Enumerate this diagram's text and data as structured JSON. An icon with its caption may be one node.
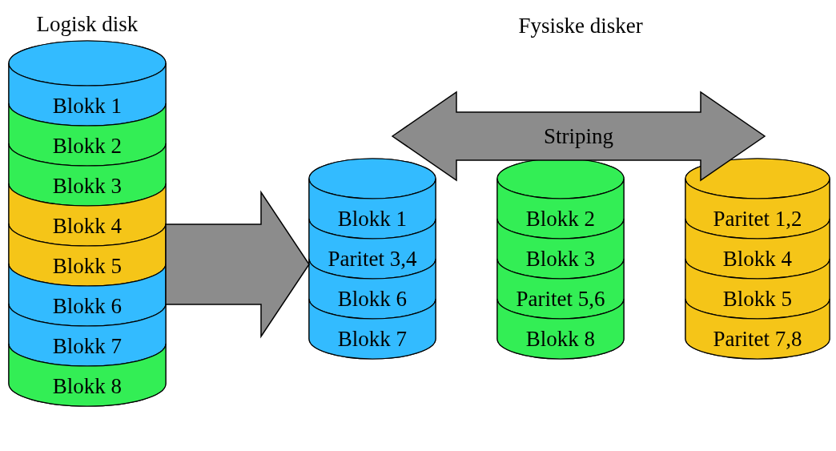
{
  "diagram": {
    "nodes": [
      {
        "text": [
          "Logisk disk"
        ]
      },
      {
        "text": [
          "Blokk 1"
        ],
        "in": 0
      },
      {
        "text": [
          "Blokk 2"
        ],
        "in": 0
      },
      {
        "text": [
          "Blokk 3"
        ],
        "in": 0
      },
      {
        "text": [
          "Blokk 4"
        ],
        "in": 0
      },
      {
        "text": [
          "Blokk 5"
        ],
        "in": 0
      },
      {
        "text": [
          "Blokk 6"
        ],
        "in": 0
      },
      {
        "text": [
          "Blokk 7"
        ],
        "in": 0
      },
      {
        "text": [
          "Blokk 8"
        ],
        "in": 0
      },
      {
        "text": [],
        "shape": "cylinder"
      },
      {
        "text": [
          "Blokk 1"
        ],
        "in": 9
      },
      {
        "text": [
          "Paritet 3,4"
        ],
        "in": 9
      },
      {
        "text": [
          "Blokk 6"
        ],
        "in": 9
      },
      {
        "text": [
          "Blokk 7"
        ],
        "in": 9
      },
      {
        "text": [],
        "shape": "cylinder"
      },
      {
        "text": [
          "Blokk 2"
        ],
        "in": 14
      },
      {
        "text": [
          "Blokk 3"
        ],
        "in": 14
      },
      {
        "text": [
          "Paritet 5,6"
        ],
        "in": 14
      },
      {
        "text": [
          "Blokk 8"
        ],
        "in": 14
      },
      {
        "text": [],
        "shape": "cylinder"
      },
      {
        "text": [
          "Paritet 1,2"
        ],
        "in": 19
      },
      {
        "text": [
          "Blokk 4"
        ],
        "in": 19
      },
      {
        "text": [
          "Blokk 5"
        ],
        "in": 19
      },
      {
        "text": [
          "Paritet 7,8"
        ],
        "in": 19
      }
    ],
    "edges": [
      {
        "from": 0,
        "to": 9,
        "arrow": "to"
      },
      {
        "from": 9,
        "to": 19,
        "arrow": "both",
        "label": "Striping"
      }
    ],
    "labels": [
      "Fysiske disker"
    ]
  }
}
